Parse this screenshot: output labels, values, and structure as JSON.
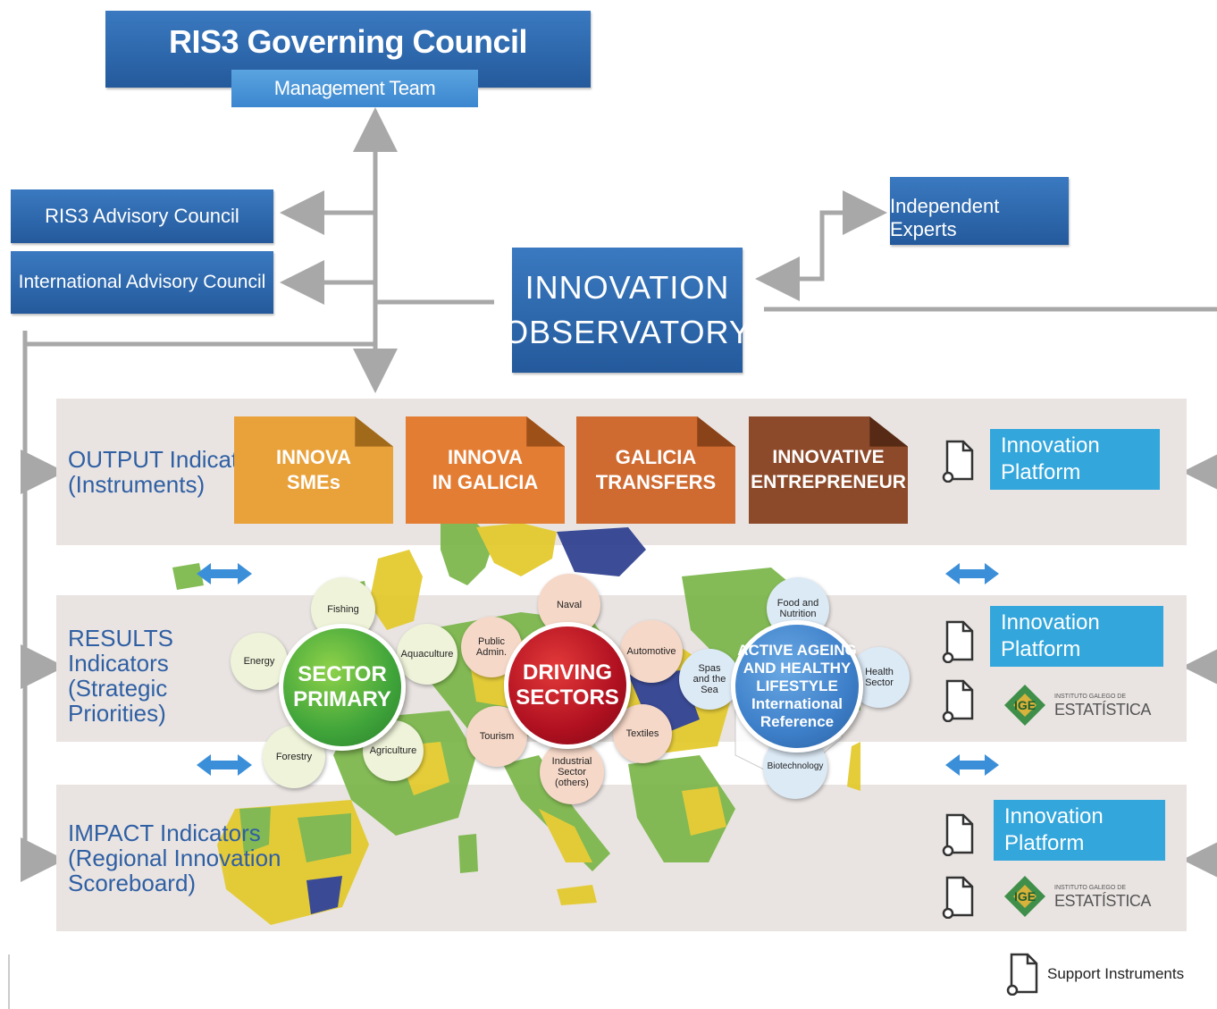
{
  "governing_council": {
    "title": "RIS3 Governing Council",
    "management": "Management Team"
  },
  "advisory": {
    "ris3": "RIS3 Advisory Council",
    "international": "International Advisory Council"
  },
  "independent_experts": "Independent Experts",
  "observatory": {
    "line1": "INNOVATION",
    "line2": "OBSERVATORY"
  },
  "bands": {
    "output": {
      "line1": "OUTPUT Indicators",
      "line2": "(Instruments)"
    },
    "results": {
      "line1": "RESULTS",
      "line2": "Indicators",
      "line3": "(Strategic",
      "line4": "Priorities)"
    },
    "impact": {
      "line1": "IMPACT Indicators",
      "line2": "(Regional Innovation",
      "line3": "Scoreboard)"
    }
  },
  "instruments": [
    {
      "line1": "INNOVA",
      "line2": "SMEs",
      "color": "#e9a13a",
      "tab": "#c98422"
    },
    {
      "line1": "INNOVA",
      "line2": "IN GALICIA",
      "color": "#e47d34",
      "tab": "#c6641f"
    },
    {
      "line1": "GALICIA",
      "line2": "TRANSFERS",
      "color": "#cf6a30",
      "tab": "#ad521e"
    },
    {
      "line1": "INNOVATIVE",
      "line2": "ENTREPRENEUR",
      "color": "#8c4a2a",
      "tab": "#6c3519"
    }
  ],
  "platform": {
    "line1": "Innovation",
    "line2": "Platform"
  },
  "ine": {
    "line1": "INSTITUTO GALEGO DE",
    "line2": "ESTATÍSTICA"
  },
  "support_instruments": "Support Instruments",
  "sector_primary": {
    "hub_line1": "SECTOR",
    "hub_line2": "PRIMARY",
    "items": [
      "Fishing",
      "Aquaculture",
      "Agriculture",
      "Forestry",
      "Energy"
    ]
  },
  "driving_sectors": {
    "hub_line1": "DRIVING",
    "hub_line2": "SECTORS",
    "items": [
      "Naval",
      "Automotive",
      "Textiles",
      "Industrial Sector (others)",
      "Tourism",
      "Public Admin."
    ]
  },
  "active_ageing": {
    "hub_lines": [
      "ACTIVE AGEING",
      "AND HEALTHY",
      "LIFESTYLE",
      "International",
      "Reference"
    ],
    "items": [
      "Food and Nutrition",
      "Health Sector",
      "Biotechnology",
      "Spas and the Sea"
    ]
  },
  "colors": {
    "navy": "#245a9c",
    "light_blue": "#3b86cf",
    "platform_blue": "#33a6dc",
    "band": "#e9e4e2",
    "label_blue": "#2f5fa3",
    "connector_gray": "#a8a8a8",
    "arrow_blue": "#3b8fd9",
    "green": "#3fa43a",
    "red": "#b01020",
    "hub_blue": "#3d7fc9"
  }
}
